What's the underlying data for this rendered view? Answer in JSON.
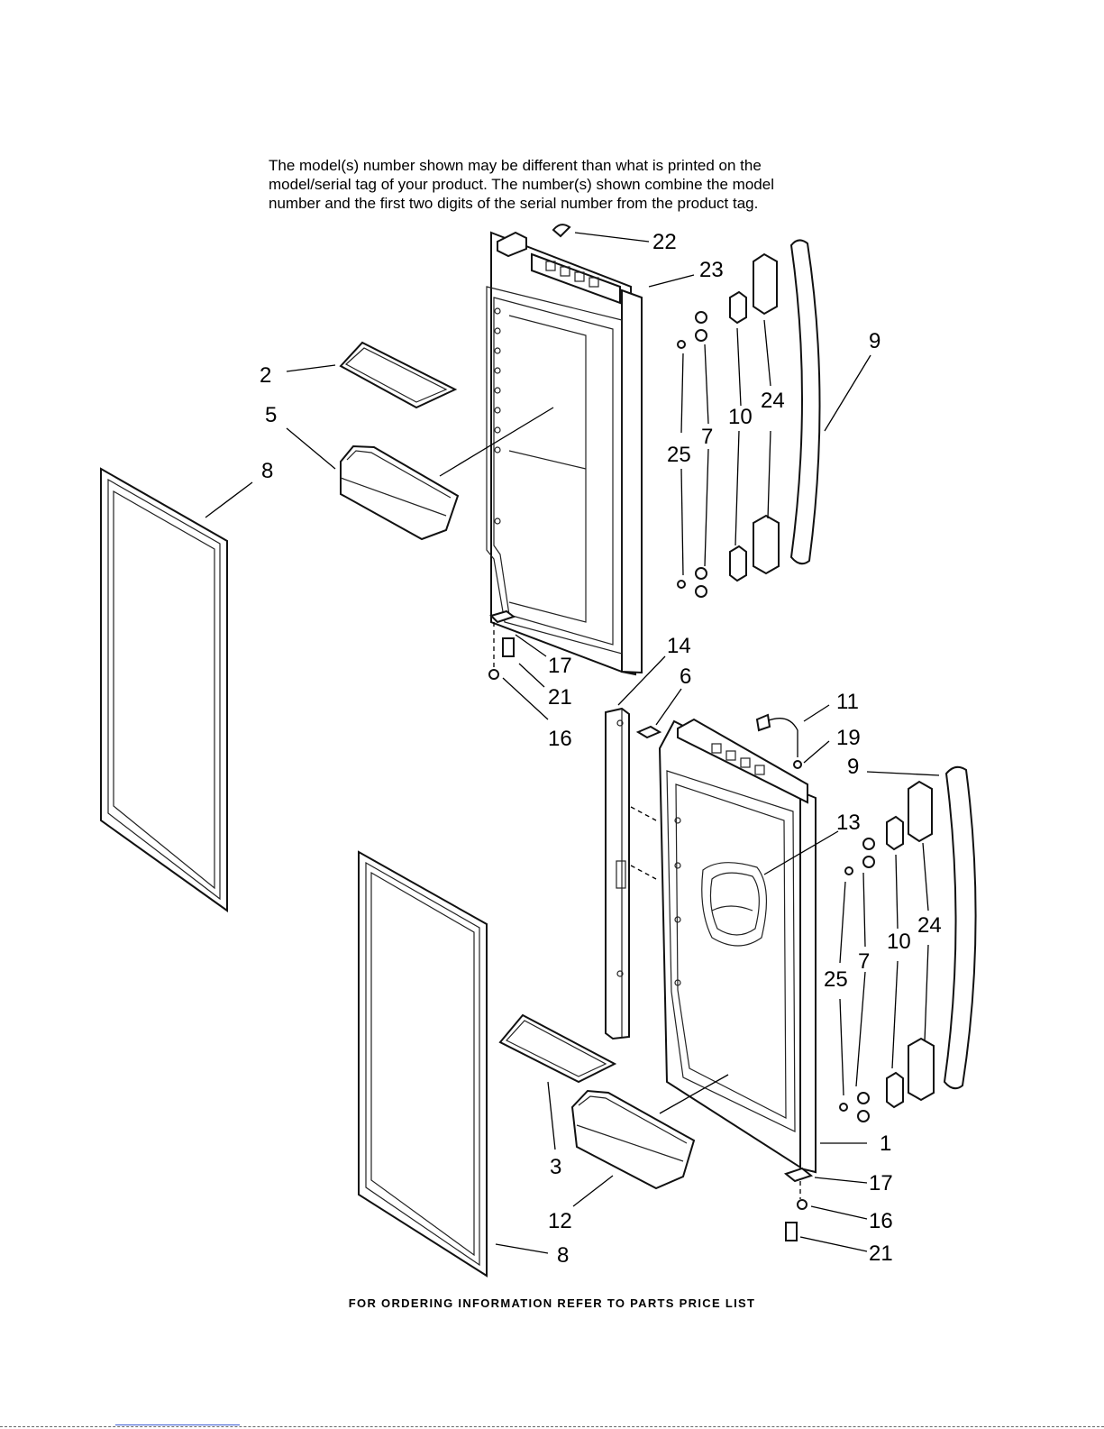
{
  "note": {
    "lines": [
      "The model(s) number shown may be different than what is printed on the",
      "model/serial tag of your product. The number(s) shown combine the model",
      "number and the first two digits of the serial number from the product tag."
    ]
  },
  "footer": "FOR ORDERING INFORMATION REFER TO PARTS PRICE LIST",
  "callouts": {
    "left_door": {
      "c22": "22",
      "c23": "23",
      "c2": "2",
      "c5": "5",
      "c8": "8",
      "c9": "9",
      "c24": "24",
      "c10": "10",
      "c7": "7",
      "c25": "25",
      "c17": "17",
      "c21": "21",
      "c16": "16"
    },
    "right_door": {
      "c14": "14",
      "c6": "6",
      "c11": "11",
      "c19": "19",
      "c9": "9",
      "c13": "13",
      "c24": "24",
      "c10": "10",
      "c7": "7",
      "c25": "25",
      "c1": "1",
      "c17": "17",
      "c16": "16",
      "c21": "21",
      "c3": "3",
      "c12": "12",
      "c8": "8"
    }
  }
}
